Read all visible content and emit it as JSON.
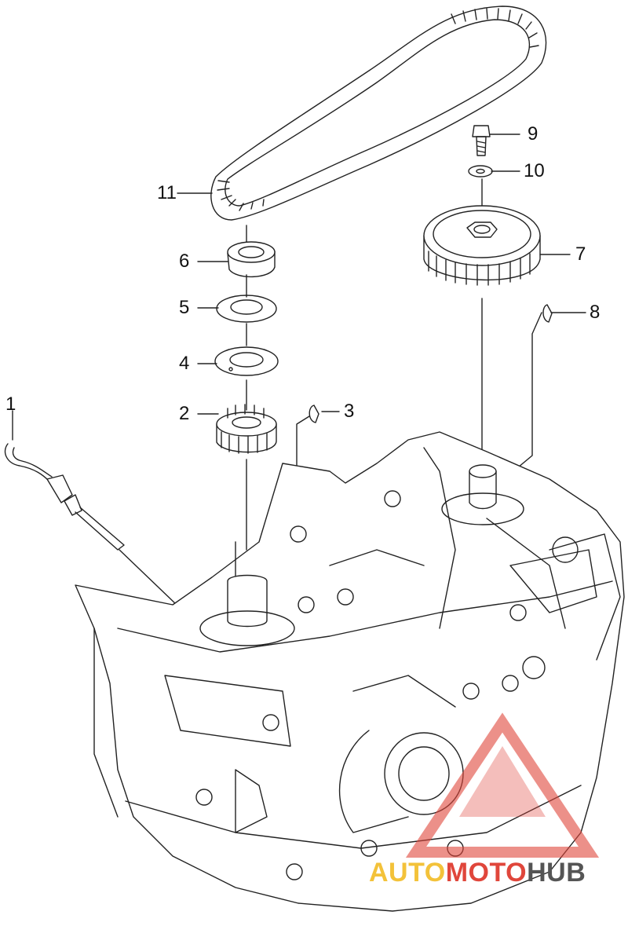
{
  "callouts": [
    {
      "id": "1",
      "label": "1"
    },
    {
      "id": "2",
      "label": "2"
    },
    {
      "id": "3",
      "label": "3"
    },
    {
      "id": "4",
      "label": "4"
    },
    {
      "id": "5",
      "label": "5"
    },
    {
      "id": "6",
      "label": "6"
    },
    {
      "id": "7",
      "label": "7"
    },
    {
      "id": "8",
      "label": "8"
    },
    {
      "id": "9",
      "label": "9"
    },
    {
      "id": "10",
      "label": "10"
    },
    {
      "id": "11",
      "label": "11"
    }
  ],
  "watermark": {
    "part_auto": "AUTO",
    "part_moto": "MOTO",
    "part_hub": "HUB",
    "colors": {
      "auto": "#f3c23a",
      "moto": "#e0463b",
      "hub": "#555555"
    }
  }
}
